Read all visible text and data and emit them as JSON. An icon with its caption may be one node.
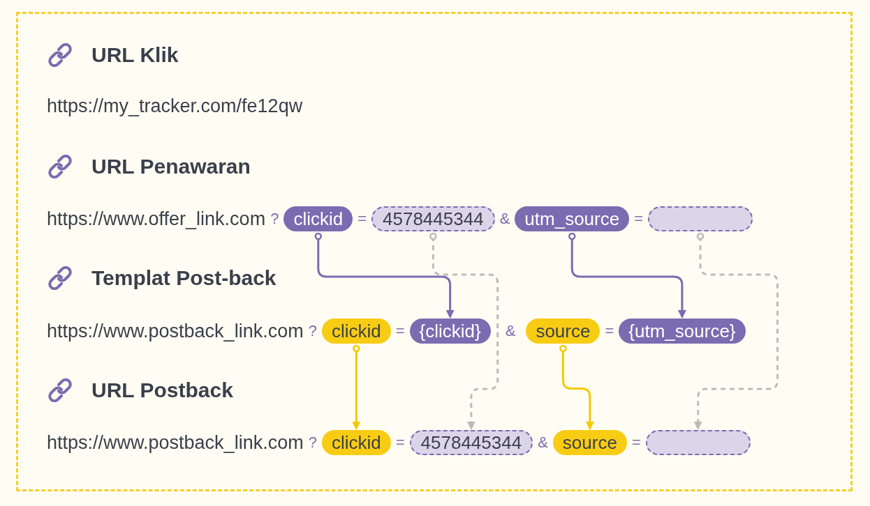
{
  "diagram": {
    "nodes": [
      {
        "text": [
          "clickid"
        ]
      },
      {
        "text": [
          "4578445344"
        ]
      },
      {
        "text": [
          "utm_source"
        ]
      },
      {
        "text": [],
        "shape": "box"
      },
      {
        "text": [
          "clickid"
        ]
      },
      {
        "text": [
          "{clickid}"
        ]
      },
      {
        "text": [
          "source"
        ]
      },
      {
        "text": [
          "{utm_source}"
        ]
      },
      {
        "text": [
          "clickid"
        ]
      },
      {
        "text": [
          "4578445344"
        ]
      },
      {
        "text": [
          "source"
        ]
      },
      {
        "text": [],
        "shape": "box"
      }
    ],
    "edges": [
      {
        "from": 0,
        "to": 5,
        "arrow": "to",
        "color": "#7b6bb0"
      },
      {
        "from": 1,
        "to": 9,
        "arrow": "to",
        "style": "dashed",
        "color": "#bbbbbb"
      },
      {
        "from": 2,
        "to": 7,
        "arrow": "to",
        "color": "#7b6bb0"
      },
      {
        "from": 3,
        "to": 11,
        "arrow": "to",
        "style": "dashed",
        "color": "#bbbbbb"
      },
      {
        "from": 4,
        "to": 8,
        "arrow": "to",
        "color": "#f5c800"
      },
      {
        "from": 6,
        "to": 10,
        "arrow": "to",
        "color": "#f5c800"
      }
    ],
    "labels": [
      "URL Klik",
      "https://my_tracker.com/fe12qw",
      "URL Penawaran",
      "https://www.offer_link.com",
      "?",
      "=",
      "&",
      "=",
      "Templat Post-back",
      "https://www.postback_link.com",
      "?",
      "=",
      "&",
      "=",
      "URL Postback",
      "https://www.postback_link.com",
      "?",
      "=",
      "&",
      "="
    ]
  }
}
